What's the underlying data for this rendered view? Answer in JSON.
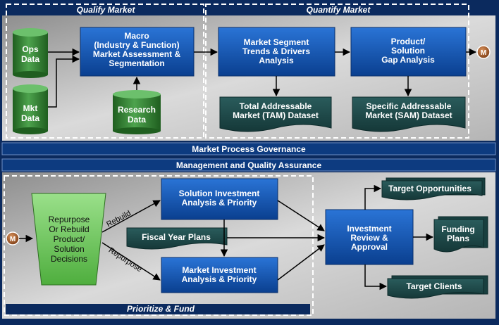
{
  "colors": {
    "navy": "#0b2a5e",
    "blue_box": "#0d4fa6",
    "green_cyl": "#2f7d2f",
    "teal_doc": "#1d4a4a",
    "panel": "#c8c8c8",
    "m_circle": "#a0522d"
  },
  "sections": {
    "qualify": "Qualify Market",
    "quantify": "Quantify Market",
    "prioritize": "Prioritize & Fund"
  },
  "bars": {
    "governance": "Market Process Governance",
    "management": "Management and Quality Assurance"
  },
  "top": {
    "ops_data": [
      "Ops",
      "Data"
    ],
    "mkt_data": [
      "Mkt",
      "Data"
    ],
    "research_data": [
      "Research",
      "Data"
    ],
    "macro": [
      "Macro",
      "(Industry & Function)",
      "Market Assessment &",
      "Segmentation"
    ],
    "segment": [
      "Market Segment",
      "Trends & Drivers",
      "Analysis"
    ],
    "product_gap": [
      "Product/",
      "Solution",
      "Gap Analysis"
    ],
    "tam": [
      "Total Addressable",
      "Market (TAM) Dataset"
    ],
    "sam": [
      "Specific Addressable",
      "Market (SAM) Dataset"
    ],
    "m_label": "M"
  },
  "bottom": {
    "m_label": "M",
    "repurpose": [
      "Repurpose",
      "Or Rebuild",
      "Product/",
      "Solution",
      "Decisions"
    ],
    "rebuild_label": "Rebuild",
    "repurpose_label": "Repurpose",
    "solution_inv": [
      "Solution Investment",
      "Analysis & Priority"
    ],
    "fiscal": "Fiscal Year Plans",
    "market_inv": [
      "Market Investment",
      "Analysis & Priority"
    ],
    "investment": [
      "Investment",
      "Review &",
      "Approval"
    ],
    "target_opps": "Target Opportunities",
    "funding": [
      "Funding",
      "Plans"
    ],
    "target_clients": "Target Clients"
  }
}
